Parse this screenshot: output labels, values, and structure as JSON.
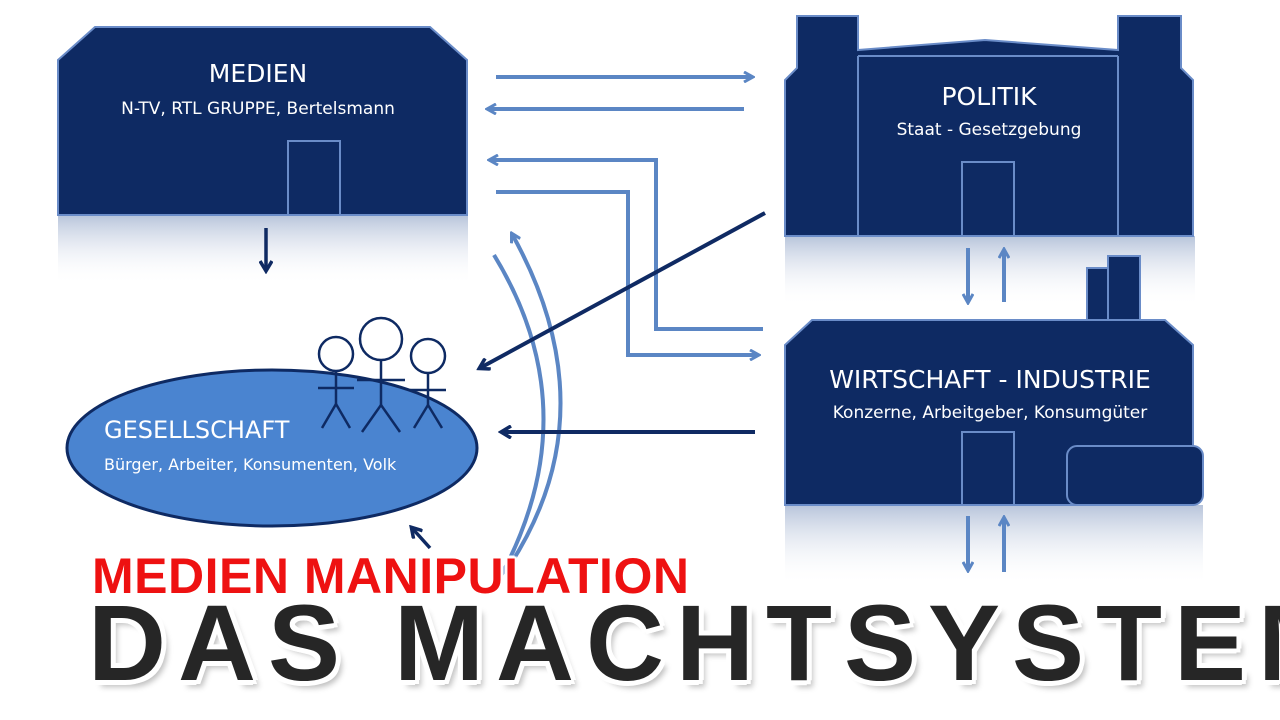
{
  "colors": {
    "box_fill": "#0e2a63",
    "box_stroke": "#6a8cc8",
    "arrow_light": "#5b86c4",
    "arrow_dark": "#0f2a63",
    "ellipse_fill": "#4a84d0",
    "overlay_red": "#ee1111",
    "overlay_dark": "#262626"
  },
  "medien": {
    "title": "MEDIEN",
    "subtitle": "N-TV, RTL GRUPPE, Bertelsmann"
  },
  "politik": {
    "title": "POLITIK",
    "subtitle": "Staat - Gesetzgebung"
  },
  "wirtschaft": {
    "title": "WIRTSCHAFT - INDUSTRIE",
    "subtitle": "Konzerne, Arbeitgeber, Konsumgüter"
  },
  "gesellschaft": {
    "title": "GESELLSCHAFT",
    "subtitle": "Bürger, Arbeiter, Konsumenten, Volk"
  },
  "overlay": {
    "subtitle": "MEDIEN MANIPULATION",
    "title": "DAS MACHTSYSTEM"
  }
}
